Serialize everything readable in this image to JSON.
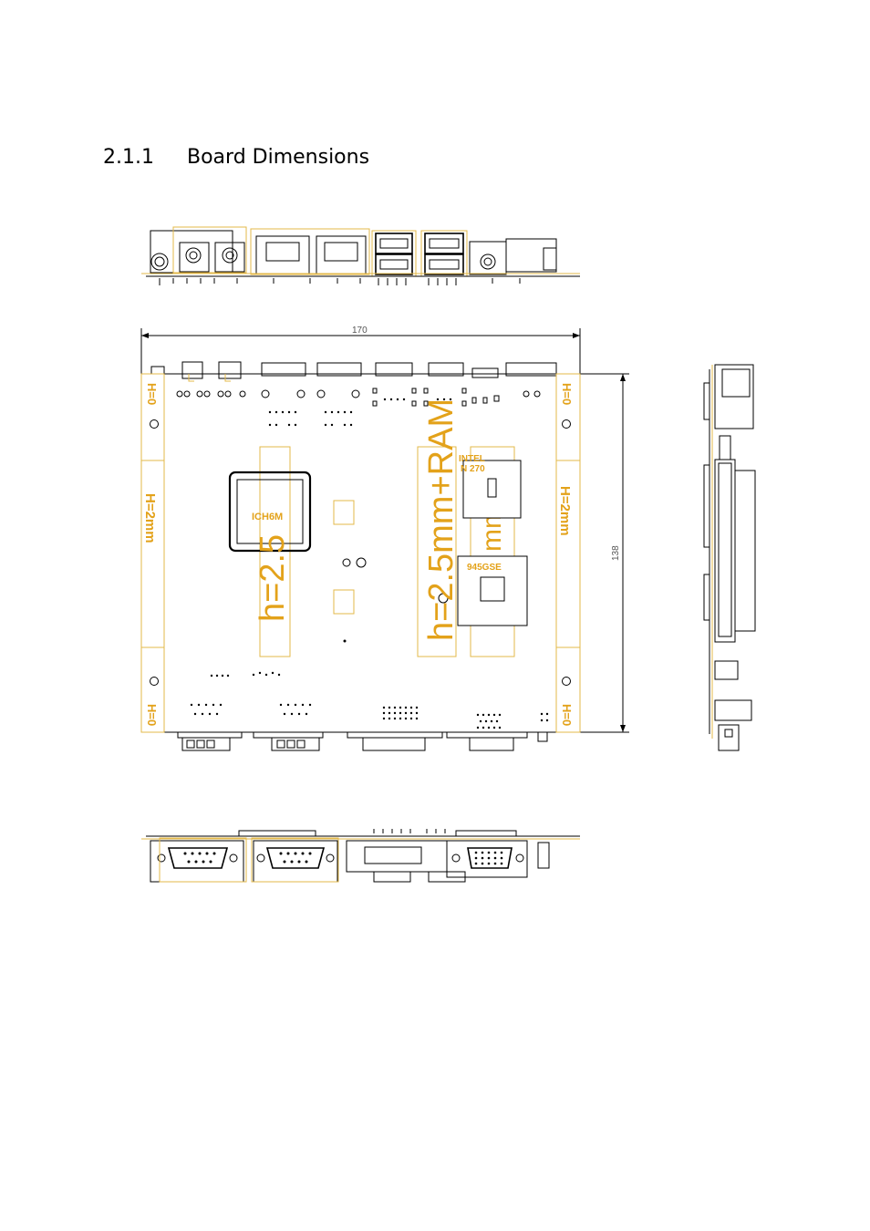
{
  "heading": {
    "number": "2.1.1",
    "title": "Board Dimensions"
  },
  "dimensions": {
    "width": "170",
    "height": "138"
  },
  "labels": {
    "h0": "H=0",
    "h2": "H=2mm",
    "ich": "ICH6M",
    "cpu_line1": "INTEL",
    "cpu_line2": "N 270",
    "northbridge": "945GSE",
    "h25": "h=2.5",
    "h25ram": "h=2.5mm+RAM",
    "mm": "mm"
  },
  "colors": {
    "accent": "#e3b84a",
    "line": "#000000"
  }
}
